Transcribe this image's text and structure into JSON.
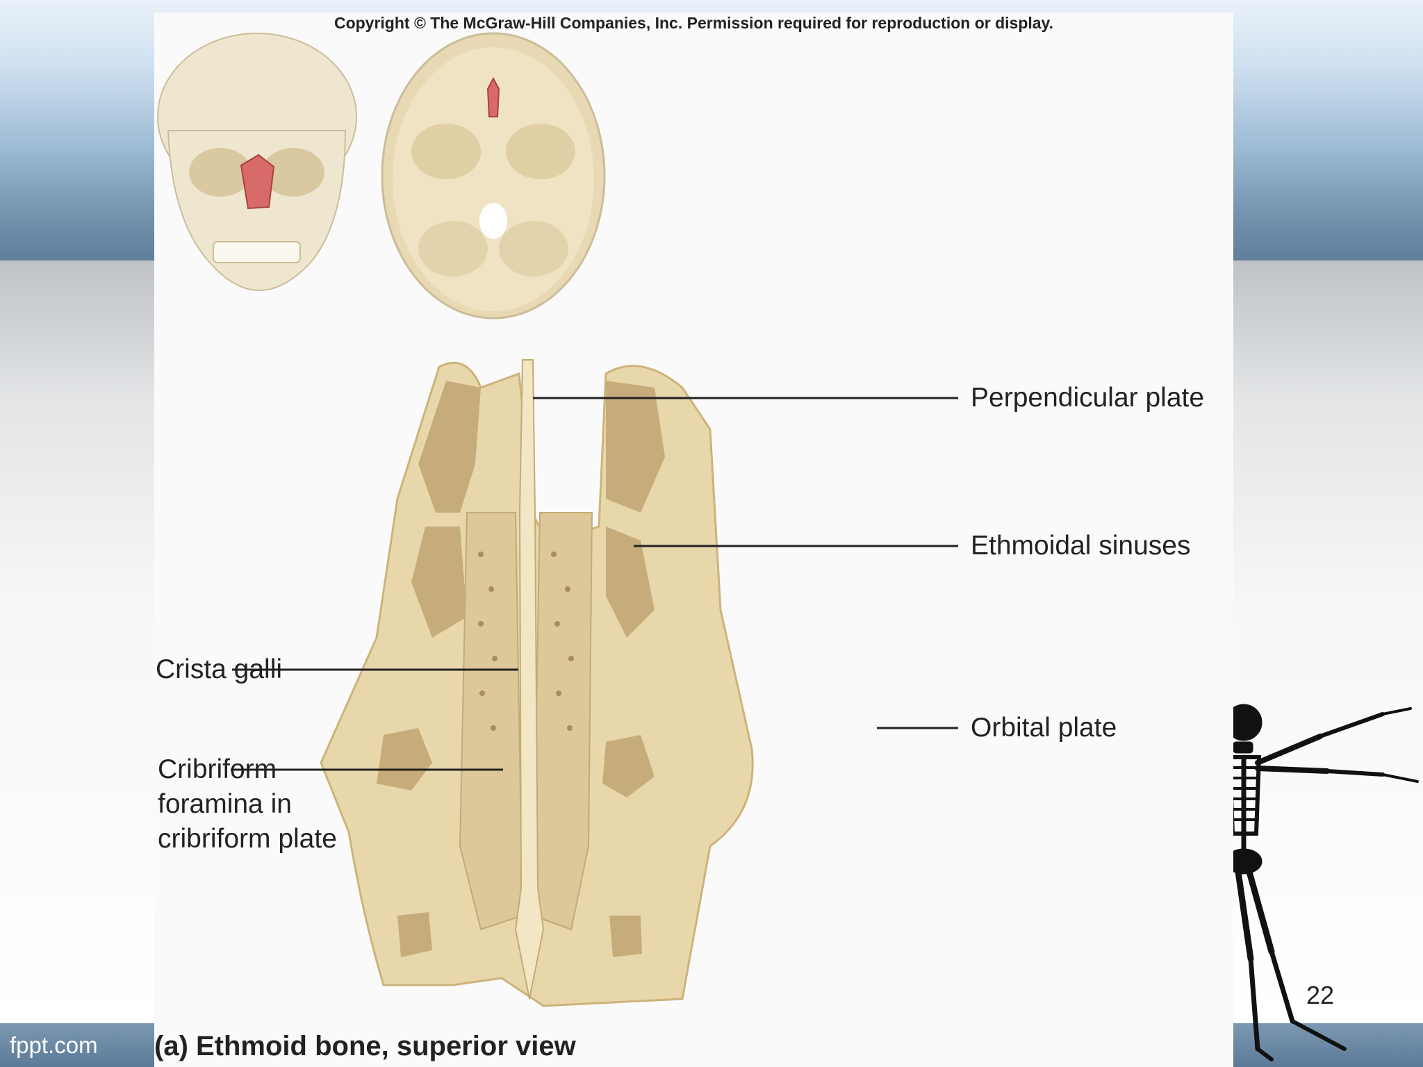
{
  "slide": {
    "brand": "fppt.com",
    "slide_number": "22"
  },
  "figure": {
    "copyright": "Copyright © The McGraw-Hill Companies, Inc. Permission required for reproduction or display.",
    "caption": "(a) Ethmoid bone, superior view",
    "labels": {
      "perpendicular_plate": "Perpendicular plate",
      "ethmoidal_sinuses": "Ethmoidal sinuses",
      "crista_galli": "Crista galli",
      "orbital_plate": "Orbital plate",
      "cribriform": "Cribriform foramina in cribriform plate"
    }
  },
  "colors": {
    "bone": "#e9d7ac",
    "bone_shadow": "#cdb37a",
    "highlight": "#c94e4e"
  }
}
